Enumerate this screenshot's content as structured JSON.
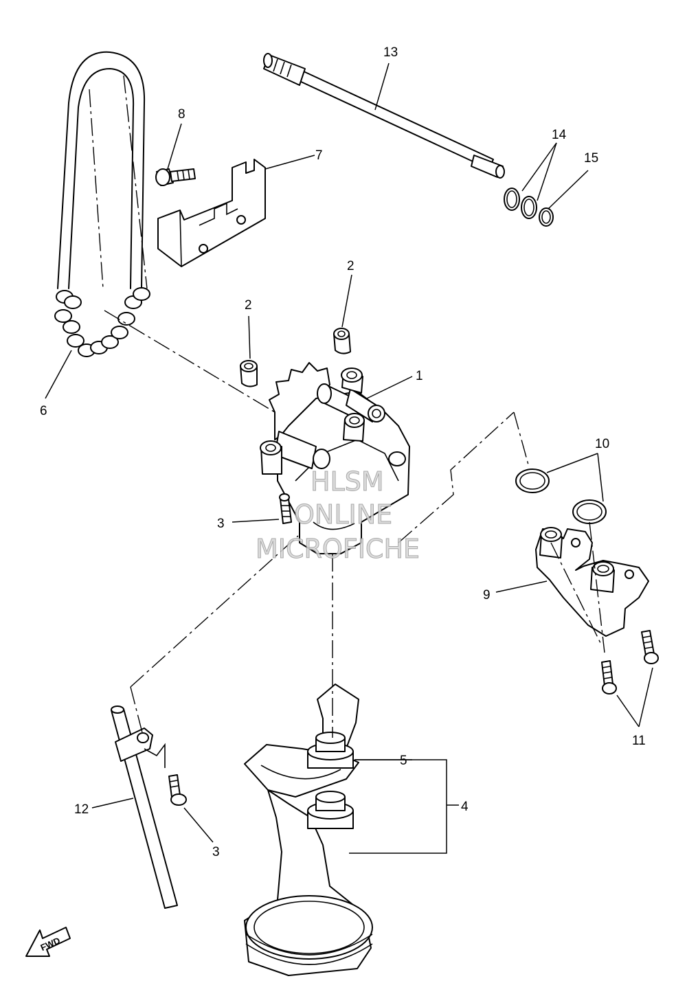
{
  "callouts": {
    "c1": "1",
    "c2a": "2",
    "c2b": "2",
    "c3a": "3",
    "c3b": "3",
    "c4": "4",
    "c5": "5",
    "c6": "6",
    "c7": "7",
    "c8": "8",
    "c9": "9",
    "c10": "10",
    "c11": "11",
    "c12": "12",
    "c13": "13",
    "c14": "14",
    "c15": "15"
  },
  "watermark": {
    "line1": "HLSM",
    "line2": "ONLINE",
    "line3": "MICROFICHE"
  },
  "fwd_label": "FWD"
}
